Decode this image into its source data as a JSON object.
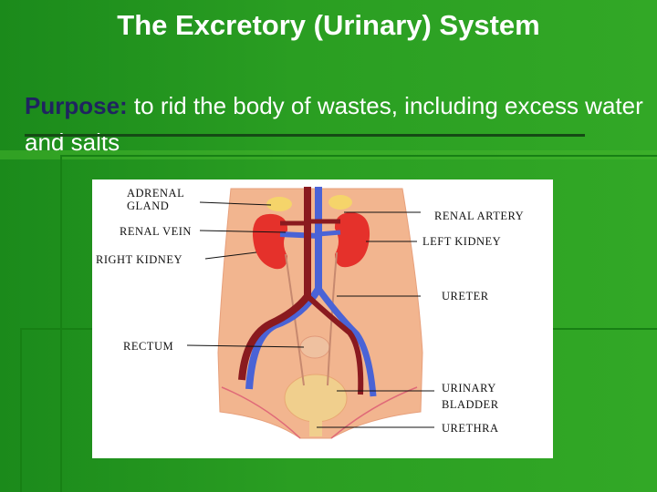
{
  "slide": {
    "title": "The Excretory (Urinary) System",
    "purpose_label": "Purpose:",
    "purpose_text": " to rid the body of wastes, including excess water and salts"
  },
  "diagram": {
    "labels": {
      "adrenal_gland_1": "ADRENAL",
      "adrenal_gland_2": "GLAND",
      "renal_vein": "RENAL VEIN",
      "right_kidney": "RIGHT KIDNEY",
      "rectum": "RECTUM",
      "renal_artery": "RENAL ARTERY",
      "left_kidney": "LEFT KIDNEY",
      "ureter": "URETER",
      "urinary_bladder_1": "URINARY",
      "urinary_bladder_2": "BLADDER",
      "urethra": "URETHRA"
    }
  },
  "colors": {
    "background": "#2a9e22",
    "title": "#ffffff",
    "purpose_label": "#1f2460",
    "skin": "#f2b58f",
    "kidney": "#e5312b",
    "artery": "#8a1a1f",
    "vein": "#4a63d6"
  }
}
